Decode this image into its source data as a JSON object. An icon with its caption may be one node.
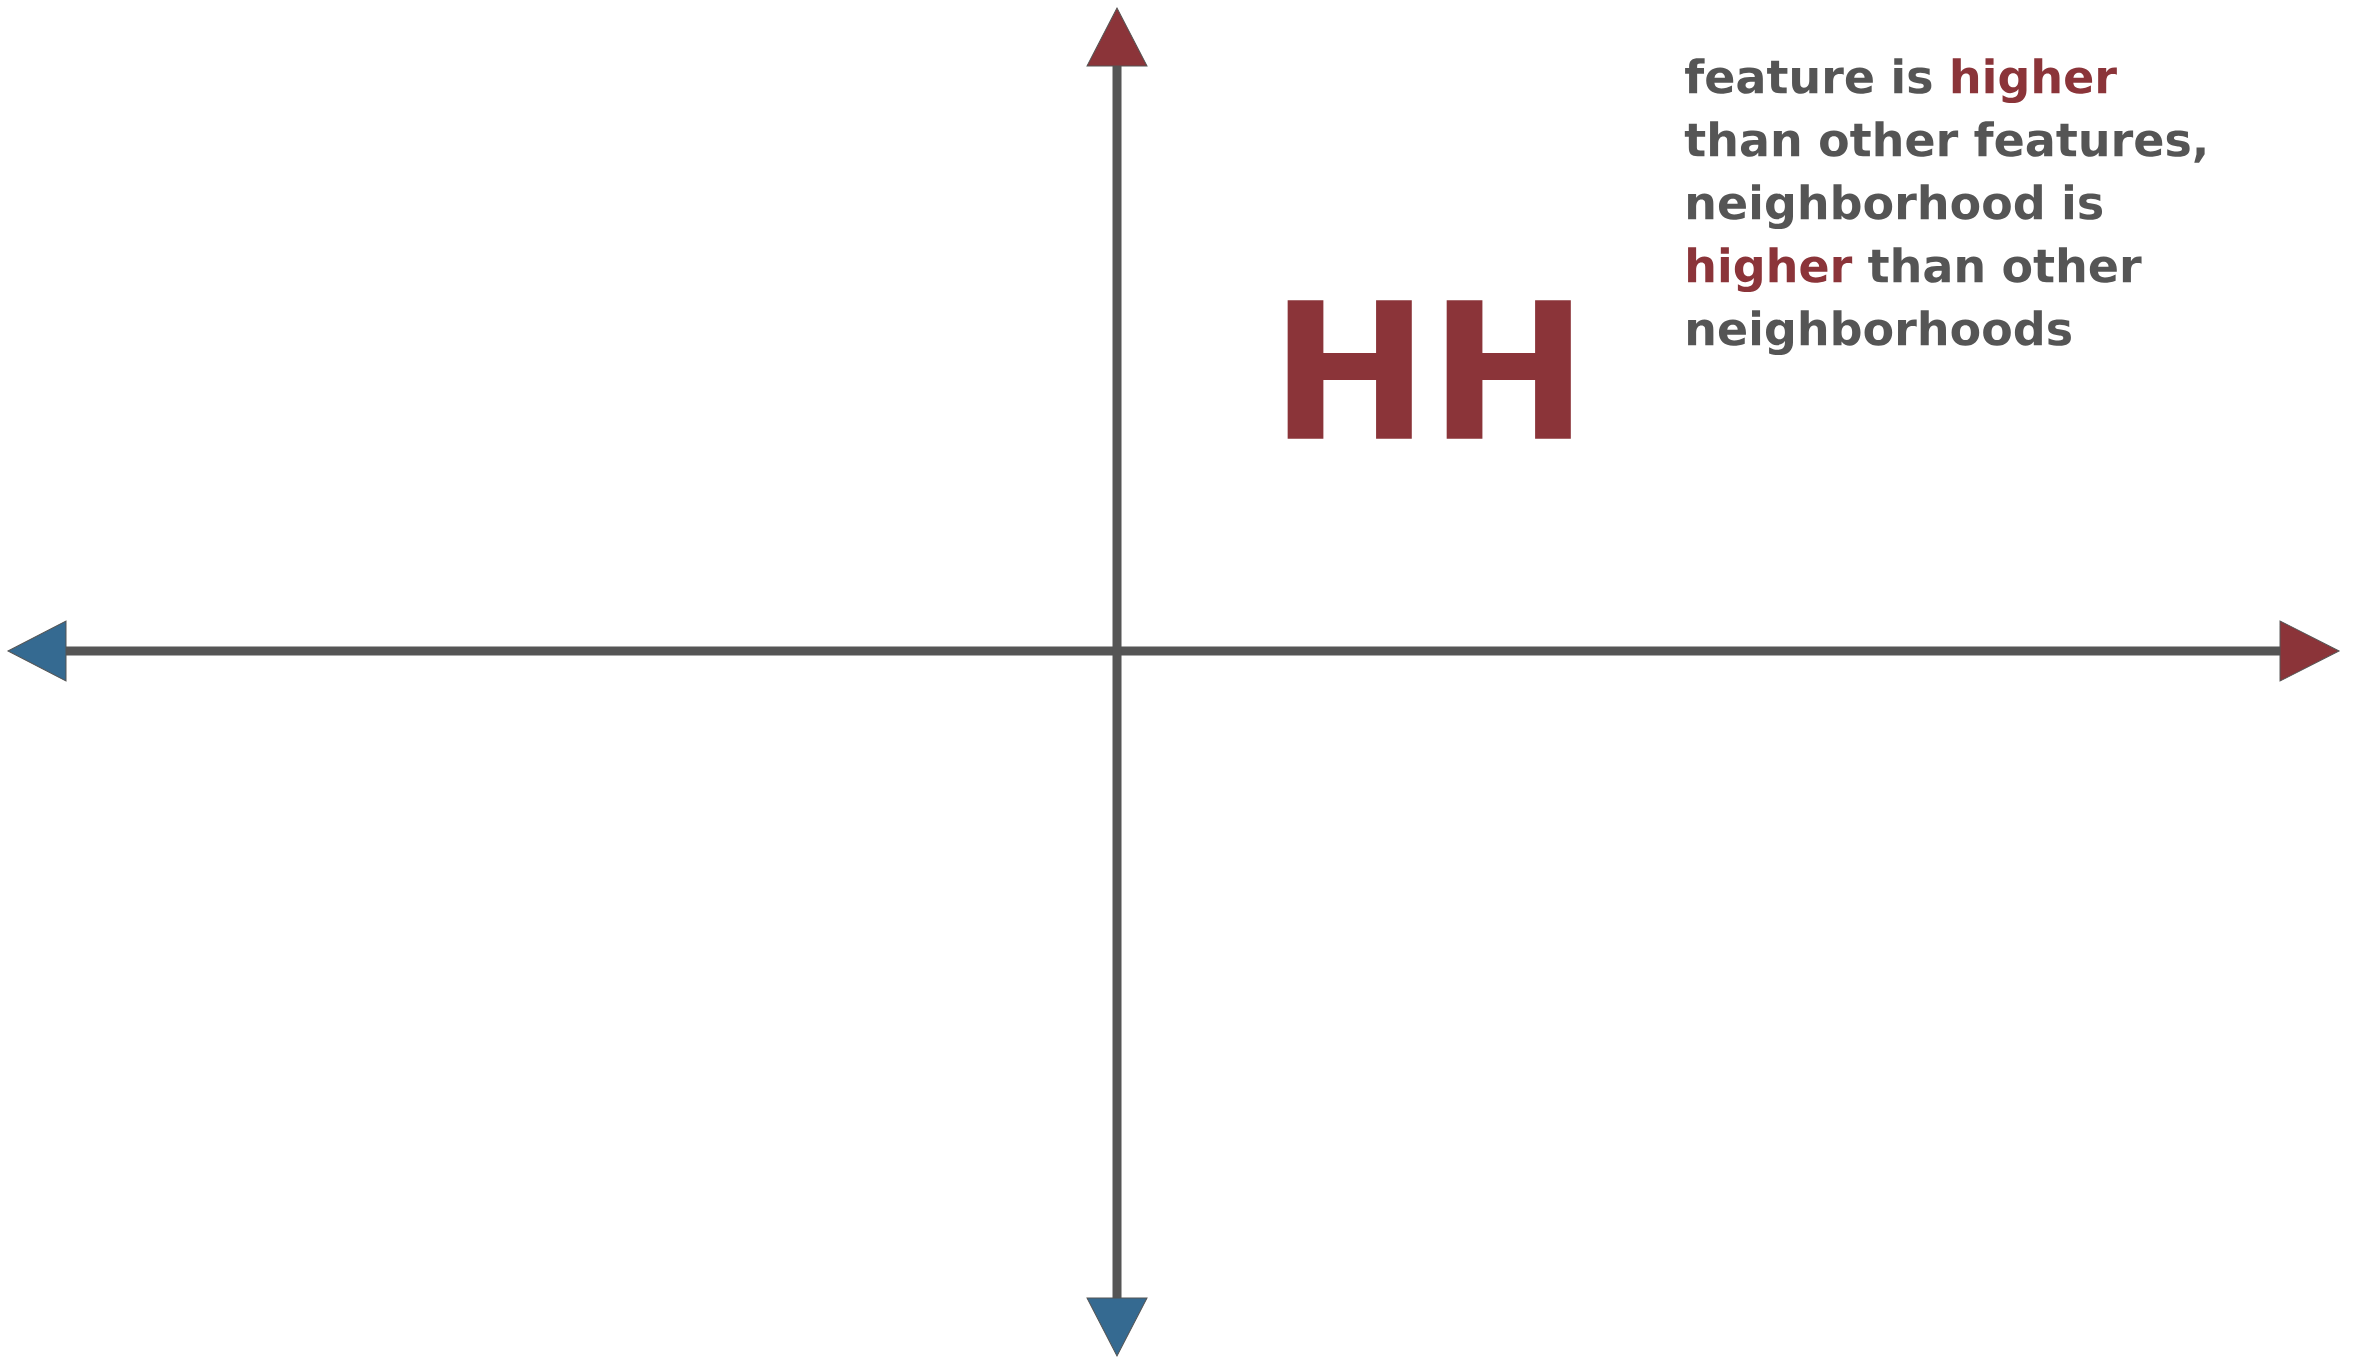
{
  "diagram": {
    "labels": [
      "HH",
      "feature is",
      "higher",
      "than other features, neighborhood is",
      "higher",
      "than other neighborhoods"
    ]
  }
}
